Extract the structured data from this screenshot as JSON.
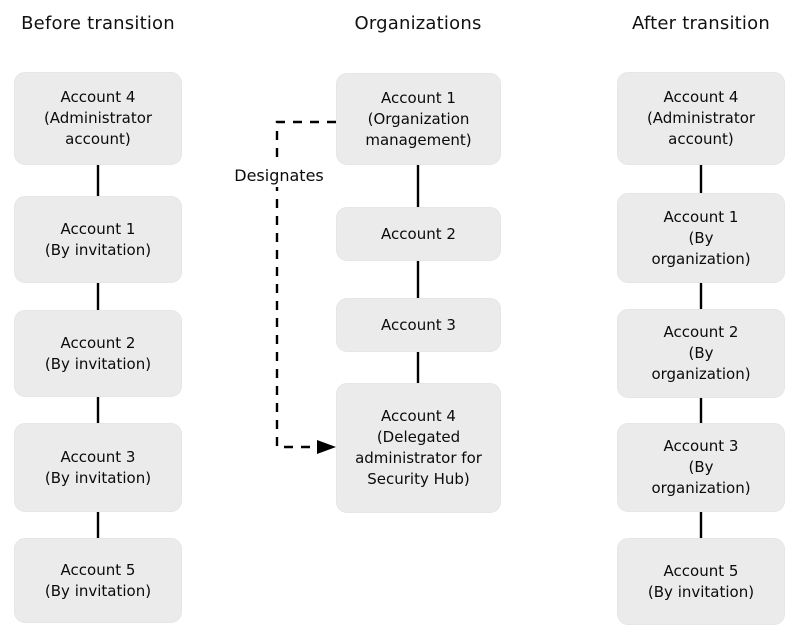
{
  "diagram": {
    "background": "#ffffff",
    "box_fill": "#ebebeb",
    "line_color": "#000000",
    "arrow_label": "Designates",
    "columns": [
      {
        "title": "Before transition",
        "boxes": [
          {
            "lines": [
              "Account 4",
              "(Administrator",
              "account)"
            ]
          },
          {
            "lines": [
              "Account 1",
              "(By invitation)"
            ]
          },
          {
            "lines": [
              "Account 2",
              "(By invitation)"
            ]
          },
          {
            "lines": [
              "Account 3",
              "(By invitation)"
            ]
          },
          {
            "lines": [
              "Account 5",
              "(By invitation)"
            ]
          }
        ]
      },
      {
        "title": "Organizations",
        "boxes": [
          {
            "lines": [
              "Account 1",
              "(Organization",
              "management)"
            ]
          },
          {
            "lines": [
              "Account 2"
            ]
          },
          {
            "lines": [
              "Account 3"
            ]
          },
          {
            "lines": [
              "Account 4",
              "(Delegated",
              "administrator for",
              "Security Hub)"
            ]
          }
        ]
      },
      {
        "title": "After transition",
        "boxes": [
          {
            "lines": [
              "Account 4",
              "(Administrator",
              "account)"
            ]
          },
          {
            "lines": [
              "Account 1",
              "(By",
              "organization)"
            ]
          },
          {
            "lines": [
              "Account 2",
              "(By",
              "organization)"
            ]
          },
          {
            "lines": [
              "Account 3",
              "(By",
              "organization)"
            ]
          },
          {
            "lines": [
              "Account 5",
              "(By invitation)"
            ]
          }
        ]
      }
    ]
  }
}
